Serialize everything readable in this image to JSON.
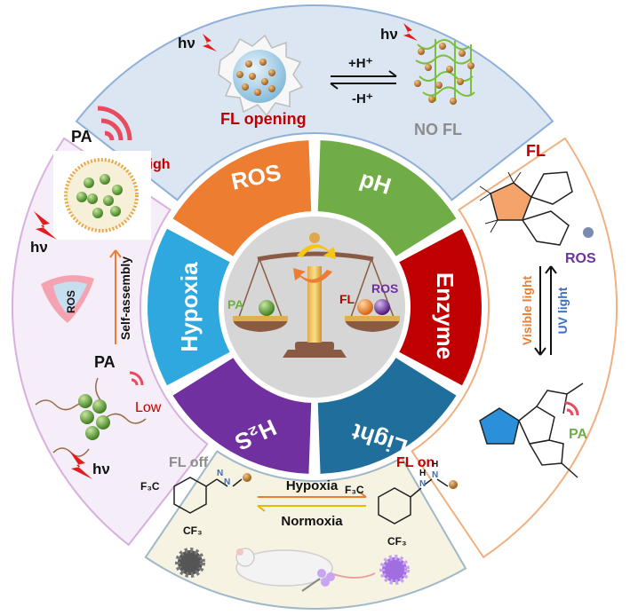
{
  "segments": {
    "ros": "ROS",
    "ph": "pH",
    "enzyme": "Enzyme",
    "light": "Light",
    "h2s": "H₂S",
    "hypoxia": "Hypoxia"
  },
  "center": {
    "pa": "PA",
    "fl": "FL",
    "ros": "ROS"
  },
  "top_panel": {
    "hv_left": "hν",
    "hv_right": "hν",
    "fl_opening": "FL opening",
    "plus_h": "+H⁺",
    "minus_h": "-H⁺",
    "no_fl": "NO FL"
  },
  "right_panel": {
    "fl": "FL",
    "ros": "ROS",
    "visible_light": "Visible light",
    "uv_light": "UV light",
    "pa": "PA"
  },
  "bottom_panel": {
    "fl_off": "FL off",
    "fl_on": "FL on",
    "hypoxia": "Hypoxia",
    "normoxia": "Normoxia",
    "f3c_left": "F₃C",
    "cf3_left": "CF₃",
    "f3c_right": "F₃C",
    "cf3_right": "CF₃",
    "n_left_1": "N",
    "n_left_2": "N",
    "h_right_1": "H",
    "h_right_2": "H",
    "n_right_1": "N",
    "n_right_2": "N"
  },
  "left_panel": {
    "pa_top": "PA",
    "high": "High",
    "hv_top": "hν",
    "ros": "ROS",
    "self_assembly": "Self-assembly",
    "pa_bottom": "PA",
    "low": "Low",
    "hv_bottom": "hν"
  },
  "colors": {
    "ros_segment": "#ED7D31",
    "ph_segment": "#70AD47",
    "enzyme_segment": "#C00000",
    "light_segment": "#1F6E9C",
    "h2s_segment": "#7030A0",
    "hypoxia_segment": "#2EA8DF",
    "top_panel_bg": "#DCE6F2",
    "right_panel_bg": "#FFFFFF",
    "bottom_panel_bg": "#F7F3E3",
    "left_panel_bg": "#F5EEF8"
  }
}
